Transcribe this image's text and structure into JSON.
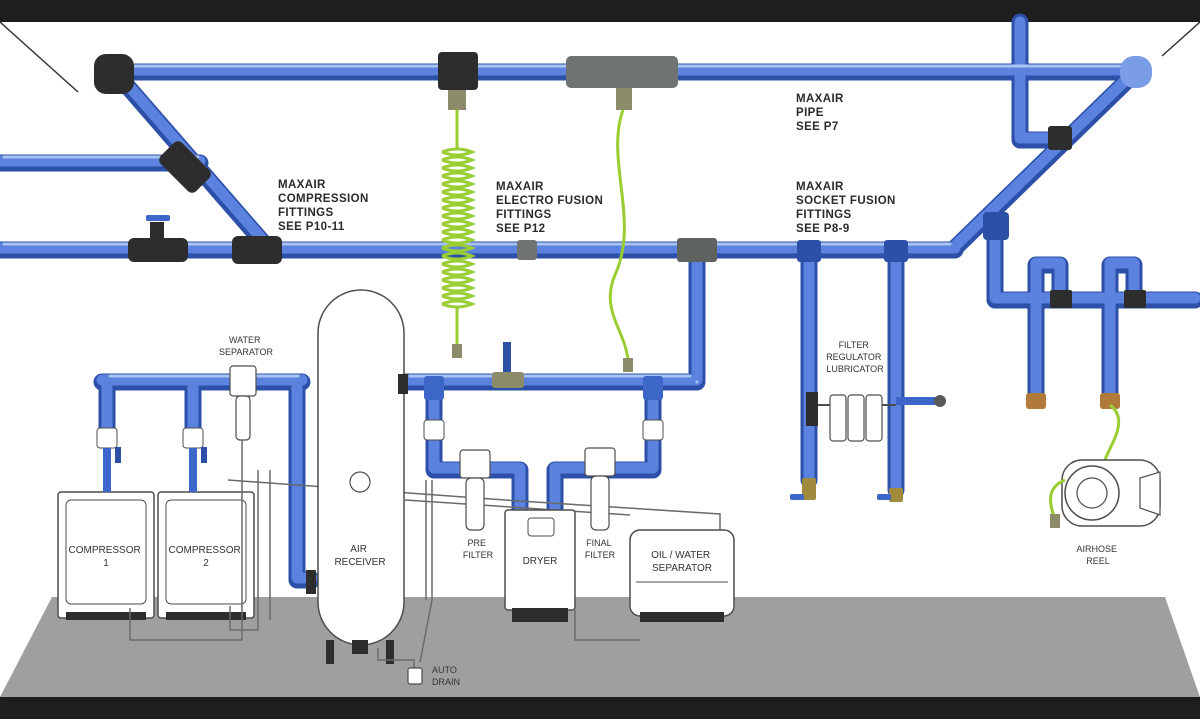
{
  "colors": {
    "pipe": "#3d66c9",
    "pipe_light": "#8fb0ee",
    "fitting_dark": "#2d2d2d",
    "hose_green": "#9acd32",
    "floor": "#9ea0a0",
    "equipment_fill": "#ffffff",
    "equipment_stroke": "#4d4d4d"
  },
  "callouts": {
    "compression": [
      "MAXAIR",
      "COMPRESSION",
      "FITTINGS",
      "SEE P10-11"
    ],
    "electro_fusion": [
      "MAXAIR",
      "ELECTRO FUSION",
      "FITTINGS",
      "SEE P12"
    ],
    "pipe": [
      "MAXAIR",
      "PIPE",
      "SEE P7"
    ],
    "socket_fusion": [
      "MAXAIR",
      "SOCKET FUSION",
      "FITTINGS",
      "SEE P8-9"
    ]
  },
  "equipment": {
    "compressor_1": [
      "COMPRESSOR",
      "1"
    ],
    "compressor_2": [
      "COMPRESSOR",
      "2"
    ],
    "water_separator": [
      "WATER",
      "SEPARATOR"
    ],
    "air_receiver": [
      "AIR",
      "RECEIVER"
    ],
    "pre_filter": [
      "PRE",
      "FILTER"
    ],
    "dryer": [
      "DRYER"
    ],
    "final_filter": [
      "FINAL",
      "FILTER"
    ],
    "oil_water_separator": [
      "OIL / WATER",
      "SEPARATOR"
    ],
    "auto_drain": [
      "AUTO",
      "DRAIN"
    ],
    "frl": [
      "FILTER",
      "REGULATOR",
      "LUBRICATOR"
    ],
    "airhose_reel": [
      "AIRHOSE",
      "REEL"
    ]
  },
  "icons": [
    "elbow-fitting-icon",
    "tee-fitting-icon",
    "ball-valve-icon",
    "drop-bracket-icon",
    "coupling-icon",
    "quick-coupler-icon"
  ]
}
